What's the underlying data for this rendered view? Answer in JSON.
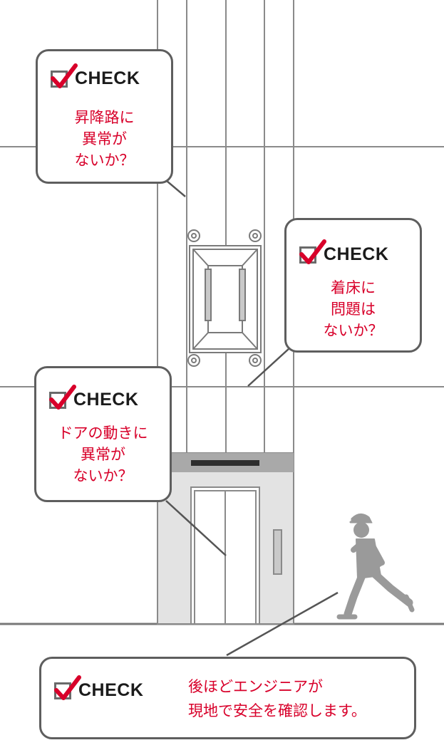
{
  "check_label": "CHECK",
  "callouts": [
    {
      "id": "hoistway",
      "lines": [
        "昇降路に",
        "異常が",
        "ないか？"
      ]
    },
    {
      "id": "landing",
      "lines": [
        "着床に",
        "問題は",
        "ないか？"
      ]
    },
    {
      "id": "door",
      "lines": [
        "ドアの動きに",
        "異常が",
        "ないか？"
      ]
    }
  ],
  "bottom_note": {
    "lines": [
      "後ほどエンジニアが",
      "現地で安全を確認します。"
    ]
  },
  "colors": {
    "accent_red": "#d8002a",
    "line_gray": "#6e6e6e",
    "panel_gray": "#e3e3e3"
  }
}
